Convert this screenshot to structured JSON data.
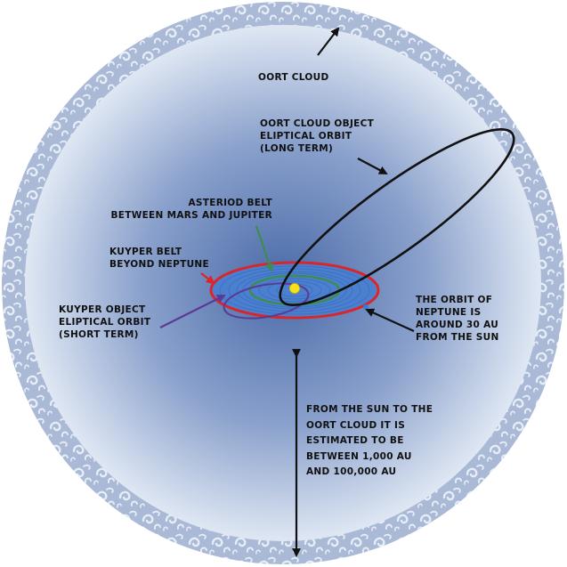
{
  "labels": {
    "oort_cloud": "OORT CLOUD",
    "oort_object": [
      "OORT CLOUD OBJECT",
      "ELIPTICAL ORBIT",
      "(LONG TERM)"
    ],
    "asteroid_belt": [
      "ASTERIOD BELT",
      "BETWEEN MARS AND JUPITER"
    ],
    "kuyper_belt": [
      "KUYPER BELT",
      "BEYOND NEPTUNE"
    ],
    "kuyper_object": [
      "KUYPER OBJECT",
      "ELIPTICAL ORBIT",
      "(SHORT TERM)"
    ],
    "neptune_orbit": [
      "THE ORBIT OF",
      "NEPTUNE IS",
      "AROUND 30 AU",
      "FROM THE SUN"
    ],
    "distance": [
      "FROM THE SUN TO THE",
      "OORT CLOUD IT IS",
      "ESTIMATED TO BE",
      "BETWEEN 1,000 AU",
      "AND 100,000 AU"
    ]
  },
  "colors": {
    "background": "#ffffff",
    "cloud_ring": "#a9b9d6",
    "cloud_swirl": "#e6edf7",
    "space_center": "#4a6aa8",
    "space_edge": "#dfe7f3",
    "disk": "#4a80cf",
    "disk_rings": "#3f6fbf",
    "kuyper_belt": "#d8262b",
    "asteroid_belt": "#3d8c52",
    "sun": "#f5e21b",
    "oort_orbit": "#111111",
    "kuyper_orbit": "#5b3a94",
    "neptune": "#2f80d8",
    "arrow": "#111111",
    "red_arrow": "#d8262b",
    "green_arrow": "#3d8c52",
    "purple_arrow": "#5b3a94"
  },
  "icons": [
    "sun-icon",
    "neptune-planet-icon"
  ]
}
